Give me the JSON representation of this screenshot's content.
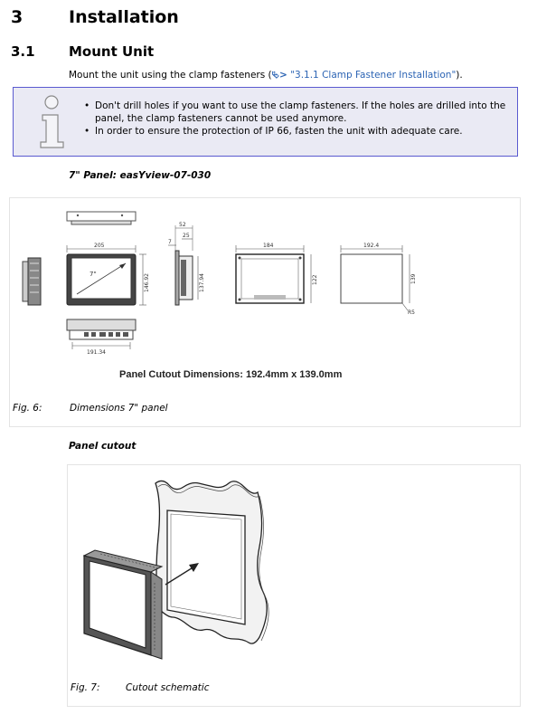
{
  "section": {
    "number": "3",
    "title": "Installation"
  },
  "subsection": {
    "number": "3.1",
    "title": "Mount Unit"
  },
  "intro": {
    "text_before": "Mount the unit using the clamp fasteners (",
    "link_text": "\"3.1.1 Clamp Fastener Installation\"",
    "text_after": ")."
  },
  "note": {
    "icon": "info-icon",
    "items": [
      "Don't drill holes if you want to use the clamp fasteners. If the holes are drilled into the panel, the clamp fasteners cannot be used anymore.",
      "In order to ensure the protection of IP 66, fasten the unit with adequate care."
    ]
  },
  "figure6": {
    "heading": "7\" Panel: easYview-07-030",
    "diagonal_label": "7\"",
    "dims": {
      "front_width": "205",
      "front_height": "146.92",
      "bottom_width": "191.34",
      "side_depth": "52",
      "side_inner": "25",
      "side_front": "7",
      "side_height": "137.94",
      "back_width": "184",
      "back_height": "122",
      "cutout_width": "192.4",
      "cutout_height": "139",
      "cutout_radius": "R5"
    },
    "cutout_text": "Panel Cutout Dimensions: 192.4mm x 139.0mm",
    "fig_label": "Fig. 6:",
    "caption": "Dimensions 7\" panel"
  },
  "figure7": {
    "heading": "Panel cutout",
    "fig_label": "Fig. 7:",
    "caption": "Cutout schematic"
  }
}
